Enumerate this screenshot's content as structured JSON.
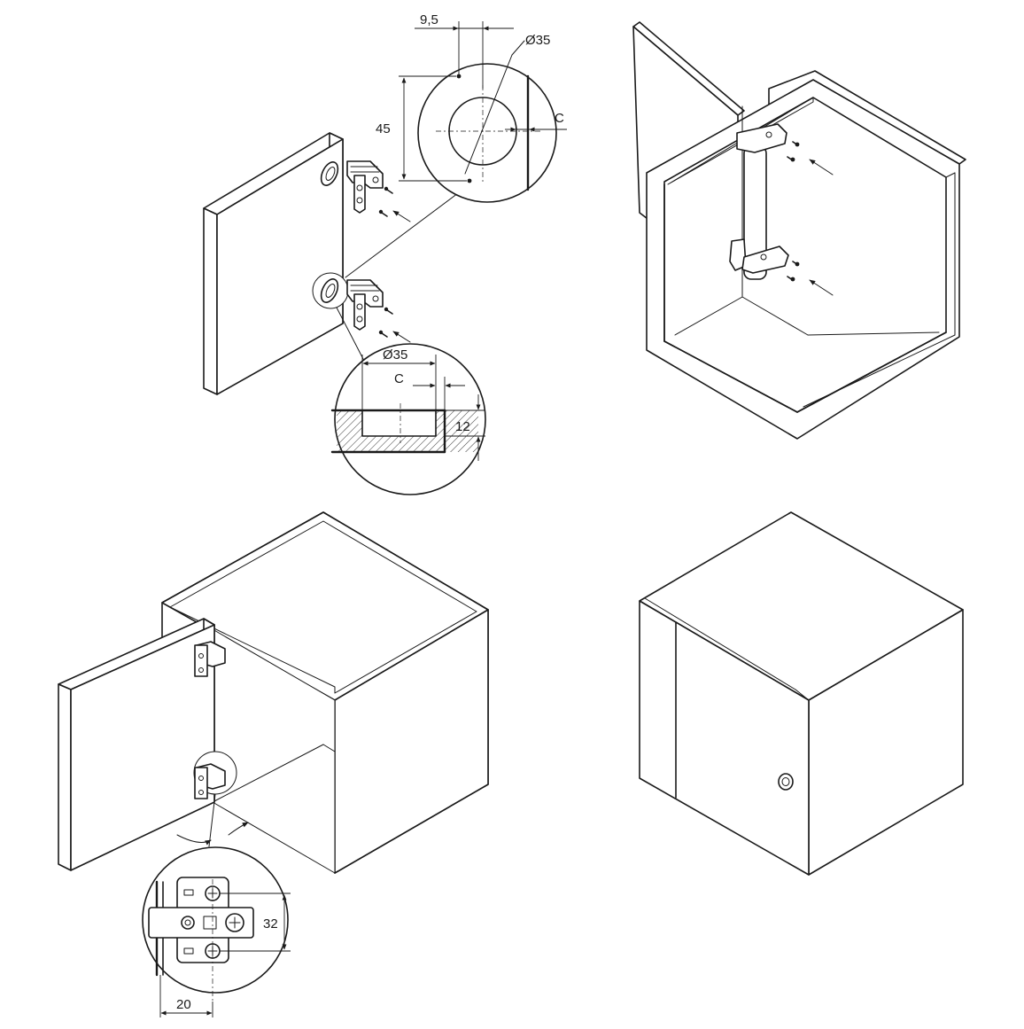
{
  "figure": {
    "panel_top_left": {
      "dimensions": {
        "offset_top": "9,5",
        "hole_diameter_face": "Ø35",
        "spacing": "45",
        "edge_distance_face": "C",
        "hole_diameter_section": "Ø35",
        "edge_distance_section": "C",
        "cup_depth": "12"
      }
    },
    "panel_bottom_left": {
      "dimensions": {
        "plate_spacing": "32",
        "setback": "20"
      }
    }
  }
}
